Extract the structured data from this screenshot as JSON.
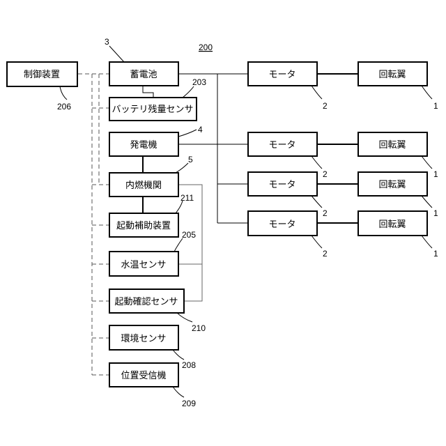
{
  "system_ref": "200",
  "controller": {
    "label": "制御装置",
    "ref": "206"
  },
  "battery": {
    "label": "蓄電池",
    "ref": "3"
  },
  "battery_sensor": {
    "label": "バッテリ残量センサ",
    "ref": "203"
  },
  "generator": {
    "label": "発電機",
    "ref": "4"
  },
  "engine": {
    "label": "内燃機関",
    "ref": "5"
  },
  "start_assist": {
    "label": "起動補助装置",
    "ref": "211"
  },
  "water_temp_sensor": {
    "label": "水温センサ",
    "ref": "205"
  },
  "start_confirm_sensor": {
    "label": "起動確認センサ",
    "ref": "210"
  },
  "env_sensor": {
    "label": "環境センサ",
    "ref": "208"
  },
  "position_receiver": {
    "label": "位置受信機",
    "ref": "209"
  },
  "motors": [
    {
      "label": "モータ",
      "ref": "2"
    },
    {
      "label": "モータ",
      "ref": "2"
    },
    {
      "label": "モータ",
      "ref": "2"
    },
    {
      "label": "モータ",
      "ref": "2"
    }
  ],
  "rotors": [
    {
      "label": "回転翼",
      "ref": "1"
    },
    {
      "label": "回転翼",
      "ref": "1"
    },
    {
      "label": "回転翼",
      "ref": "1"
    },
    {
      "label": "回転翼",
      "ref": "1"
    }
  ]
}
